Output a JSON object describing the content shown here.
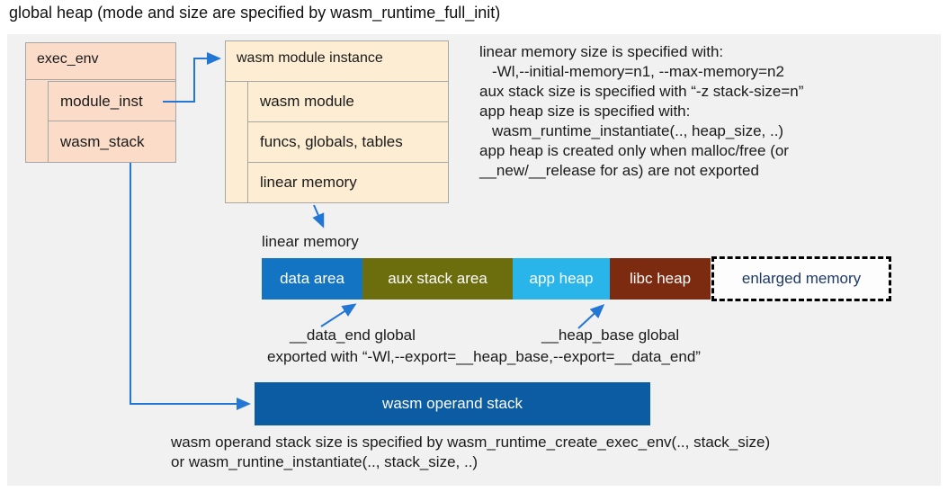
{
  "title": "global heap (mode and size are specified by wasm_runtime_full_init)",
  "exec_env_box": {
    "title": "exec_env",
    "rows": [
      {
        "label": "module_inst"
      },
      {
        "label": "wasm_stack"
      }
    ]
  },
  "module_instance_box": {
    "title": "wasm module instance",
    "rows": [
      {
        "label": "wasm module"
      },
      {
        "label": "funcs, globals, tables"
      },
      {
        "label": "linear memory"
      }
    ]
  },
  "notes_top": {
    "lines": [
      "linear memory size is specified with:",
      "-Wl,--initial-memory=n1, --max-memory=n2",
      "aux stack size is specified with “-z stack-size=n”",
      "app heap size is specified with:",
      "wasm_runtime_instantiate(.., heap_size, ..)",
      "app heap is created only when malloc/free (or",
      "__new/__release for as) are not exported"
    ]
  },
  "linear_memory": {
    "label": "linear memory",
    "segments": [
      {
        "label": "data area",
        "color": "#1474c4",
        "text_color": "#ffffff"
      },
      {
        "label": "aux stack area",
        "color": "#6c6e0e",
        "text_color": "#ffffff"
      },
      {
        "label": "app heap",
        "color": "#29b5ea",
        "text_color": "#ffffff"
      },
      {
        "label": "libc heap",
        "color": "#7c2a10",
        "text_color": "#ffffff"
      },
      {
        "label": "enlarged memory",
        "color": "#fdfdfd",
        "text_color": "#1e3a66",
        "style": "dashed"
      }
    ]
  },
  "annotations": {
    "data_end": "__data_end global",
    "heap_base": "__heap_base global",
    "exported": "exported with “-Wl,--export=__heap_base,--export=__data_end”"
  },
  "operand_stack": {
    "label": "wasm operand stack",
    "color": "#0b5ca3"
  },
  "notes_bottom": {
    "lines": [
      "wasm operand stack size is specified by wasm_runtime_create_exec_env(.., stack_size)",
      "or wasm_runtine_instantiate(.., stack_size, ..)"
    ]
  },
  "colors": {
    "panel_background": "#f1f1f1",
    "struct_box_fill": "#fbdcc9",
    "instance_box_fill": "#fdeed3",
    "box_border": "#a6a6a6",
    "arrow": "#2277d5",
    "text": "#1a1a1a"
  }
}
